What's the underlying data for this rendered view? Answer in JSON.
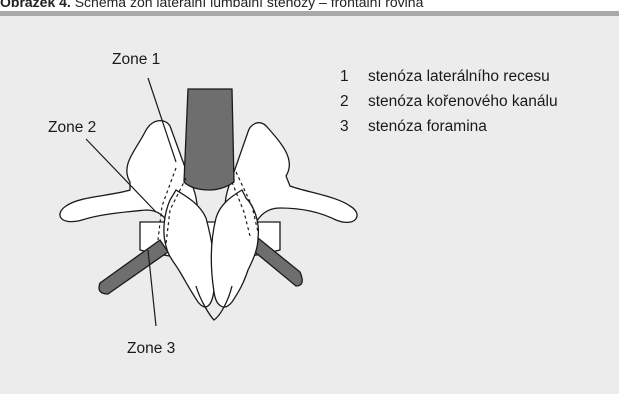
{
  "caption": {
    "figure_label": "Obrázek 4.",
    "text": "Schéma zón laterální lumbální stenózy – frontální rovina"
  },
  "diagram": {
    "zone_labels": [
      "Zone 1",
      "Zone 2",
      "Zone 3"
    ]
  },
  "legend": {
    "items": [
      {
        "number": "1",
        "text": "stenóza laterálního recesu"
      },
      {
        "number": "2",
        "text": "stenóza kořenového kanálu"
      },
      {
        "number": "3",
        "text": "stenóza foramina"
      }
    ]
  },
  "colors": {
    "panel_background": "#ececec",
    "top_bar": "#a9a9a9",
    "structure_fill": "#6e6e6e",
    "outline": "#1a1a1a",
    "bone_fill": "#ffffff"
  }
}
